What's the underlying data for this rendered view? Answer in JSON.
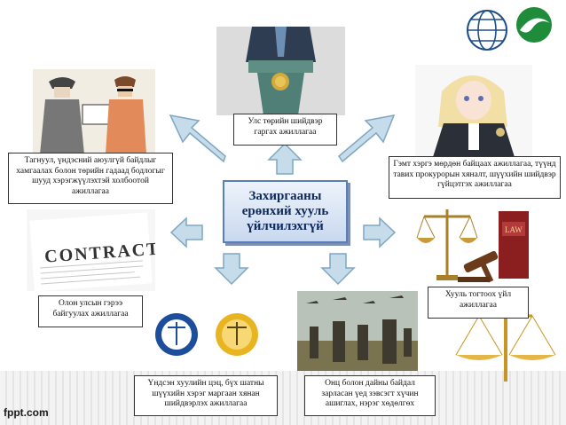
{
  "center": {
    "title": "Захиргааны ерөнхий хууль үйлчилэхгүй"
  },
  "labels": {
    "top": "Улс төрийн шийдвэр гаргах ажиллагаа",
    "top_left": "Тагнуул, үндэсний аюулгүй байдлыг хамгаалах болон төрийн гадаад бодлогыг шууд хэрэгжүүлэхтэй холбоотой ажиллагаа",
    "top_right": "Гэмт хэргэ мөрдөн байцаах ажиллагаа, түүнд тавих прокурорын хяналт, шүүхийн шийдвэр гүйцэтгэх ажиллагаа",
    "left": "Олон улсын гэрээ байгуулах ажиллагаа",
    "right": "Хууль тогтоох үйл ажиллагаа",
    "bottom_left": "Үндсэн хуулийн цэц, бүх шатны шүүхийн хэрэг маргаан хянан шийдвэрлэх ажиллагаа",
    "bottom_right": "Онц болон дайны байдал зарласан үед зэвсэгт хүчин ашиглах, нэрэг хөдөлгөх"
  },
  "illustrations": {
    "contract_text": "CONTRACT",
    "law_book_text": "LAW"
  },
  "footer": {
    "brand": "fppt.com"
  },
  "colors": {
    "arrow_fill": "#c6dcea",
    "arrow_stroke": "#7ea7c2",
    "center_text": "#0e2a5c",
    "center_border": "#5a7fb8"
  }
}
